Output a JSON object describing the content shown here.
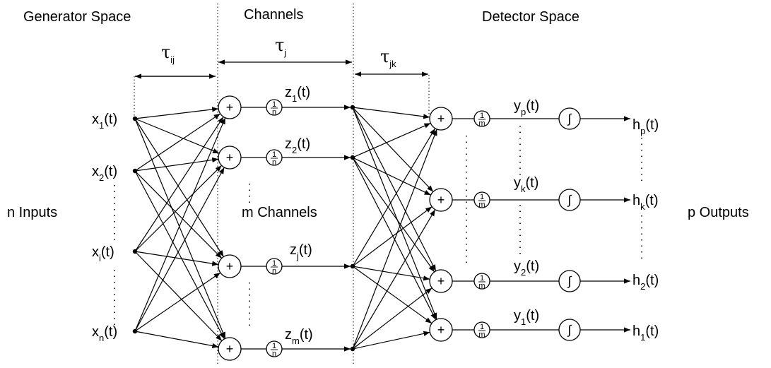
{
  "sections": {
    "generator": "Generator Space",
    "channels": "Channels",
    "detector": "Detector Space"
  },
  "side_labels": {
    "inputs": "n Inputs",
    "channels": "m Channels",
    "outputs": "p Outputs"
  },
  "delays": [
    {
      "sym": "τ",
      "sub": "ij"
    },
    {
      "sym": "τ",
      "sub": "j"
    },
    {
      "sym": "τ",
      "sub": "jk"
    }
  ],
  "inputs": [
    {
      "base": "x",
      "sub": "1",
      "tail": "(t)"
    },
    {
      "base": "x",
      "sub": "2",
      "tail": "(t)"
    },
    {
      "base": "x",
      "sub": "i",
      "tail": "(t)"
    },
    {
      "base": "x",
      "sub": "n",
      "tail": "(t)"
    }
  ],
  "channels": [
    {
      "base": "z",
      "sub": "1",
      "tail": "(t)",
      "gain": {
        "num": "1",
        "den": "n"
      }
    },
    {
      "base": "z",
      "sub": "2",
      "tail": "(t)",
      "gain": {
        "num": "1",
        "den": "n"
      }
    },
    {
      "base": "z",
      "sub": "j",
      "tail": "(t)",
      "gain": {
        "num": "1",
        "den": "n"
      }
    },
    {
      "base": "z",
      "sub": "m",
      "tail": "(t)",
      "gain": {
        "num": "1",
        "den": "n"
      }
    }
  ],
  "detectors": [
    {
      "y": {
        "base": "y",
        "sub": "p",
        "tail": "(t)"
      },
      "h": {
        "base": "h",
        "sub": "p",
        "tail": "(t)"
      },
      "gain": {
        "num": "1",
        "den": "m"
      }
    },
    {
      "y": {
        "base": "y",
        "sub": "k",
        "tail": "(t)"
      },
      "h": {
        "base": "h",
        "sub": "k",
        "tail": "(t)"
      },
      "gain": {
        "num": "1",
        "den": "m"
      }
    },
    {
      "y": {
        "base": "y",
        "sub": "2",
        "tail": "(t)"
      },
      "h": {
        "base": "h",
        "sub": "2",
        "tail": "(t)"
      },
      "gain": {
        "num": "1",
        "den": "m"
      }
    },
    {
      "y": {
        "base": "y",
        "sub": "1",
        "tail": "(t)"
      },
      "h": {
        "base": "h",
        "sub": "1",
        "tail": "(t)"
      },
      "gain": {
        "num": "1",
        "den": "m"
      }
    }
  ],
  "symbols": {
    "sum": "+",
    "integrator": "∫"
  }
}
